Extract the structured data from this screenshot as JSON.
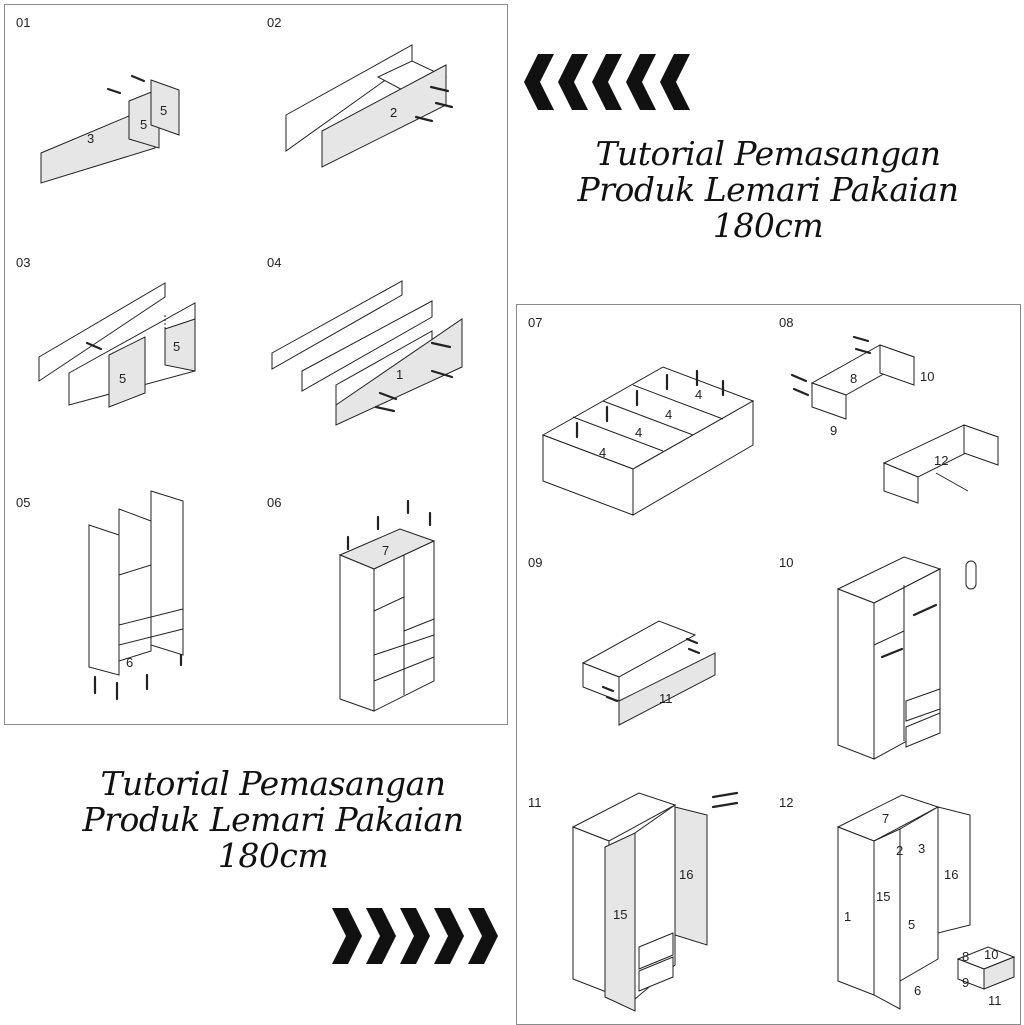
{
  "title_top": {
    "line1": "Tutorial Pemasangan",
    "line2": "Produk Lemari Pakaian",
    "line3": "180cm"
  },
  "title_bottom": {
    "line1": "Tutorial Pemasangan",
    "line2": "Produk Lemari Pakaian",
    "line3": "180cm"
  },
  "steps": {
    "s01": {
      "num": "01",
      "parts": [
        "3",
        "5",
        "5"
      ]
    },
    "s02": {
      "num": "02",
      "parts": [
        "2"
      ]
    },
    "s03": {
      "num": "03",
      "parts": [
        "5",
        "5"
      ]
    },
    "s04": {
      "num": "04",
      "parts": [
        "1"
      ]
    },
    "s05": {
      "num": "05",
      "parts": [
        "6"
      ]
    },
    "s06": {
      "num": "06",
      "parts": [
        "7"
      ]
    },
    "s07": {
      "num": "07",
      "parts": [
        "4",
        "4",
        "4",
        "4"
      ]
    },
    "s08": {
      "num": "08",
      "parts": [
        "8",
        "10",
        "9",
        "12"
      ]
    },
    "s09": {
      "num": "09",
      "parts": [
        "11"
      ]
    },
    "s10": {
      "num": "10",
      "parts": []
    },
    "s11": {
      "num": "11",
      "parts": [
        "16",
        "15"
      ]
    },
    "s12": {
      "num": "12",
      "parts": [
        "7",
        "2",
        "3",
        "16",
        "15",
        "1",
        "5",
        "8",
        "10",
        "9",
        "11",
        "6"
      ]
    }
  },
  "icons": {
    "chevrons_left": "chevron-left-icon",
    "chevrons_right": "chevron-right-icon"
  }
}
